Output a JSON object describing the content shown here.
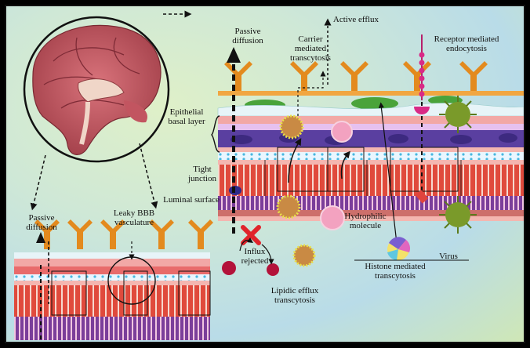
{
  "labels": {
    "passive_diffusion_top": "Passive\ndiffusion",
    "active_efflux": "Active efflux",
    "carrier_mediated": "Carrier\nmediated\ntranscytosis",
    "receptor_mediated": "Receptor mediated\nendocytosis",
    "epithelial_basal": "Epithelial\nbasal layer",
    "tight_junction": "Tight\njunction",
    "luminal_surface": "Luminal surface",
    "passive_diffusion_left": "Passive\ndiffusion",
    "leaky_bbb": "Leaky BBB\nvasculature",
    "influx_rejected": "Influx\nrejected",
    "hydrophilic": "Hydrophilic\nmolecule",
    "lipidic_efflux": "Lipidic efflux\ntranscytosis",
    "histone_mediated": "Histone mediated\ntranscytosis",
    "virus": "Virus"
  },
  "colors": {
    "red_cells": "#e8473f",
    "purple_layer": "#5a3fa0",
    "pink_layer": "#f4b6b0",
    "orange_receptors": "#e38a1e",
    "green_cells": "#4aa33a",
    "virus": "#7a9a2a"
  }
}
